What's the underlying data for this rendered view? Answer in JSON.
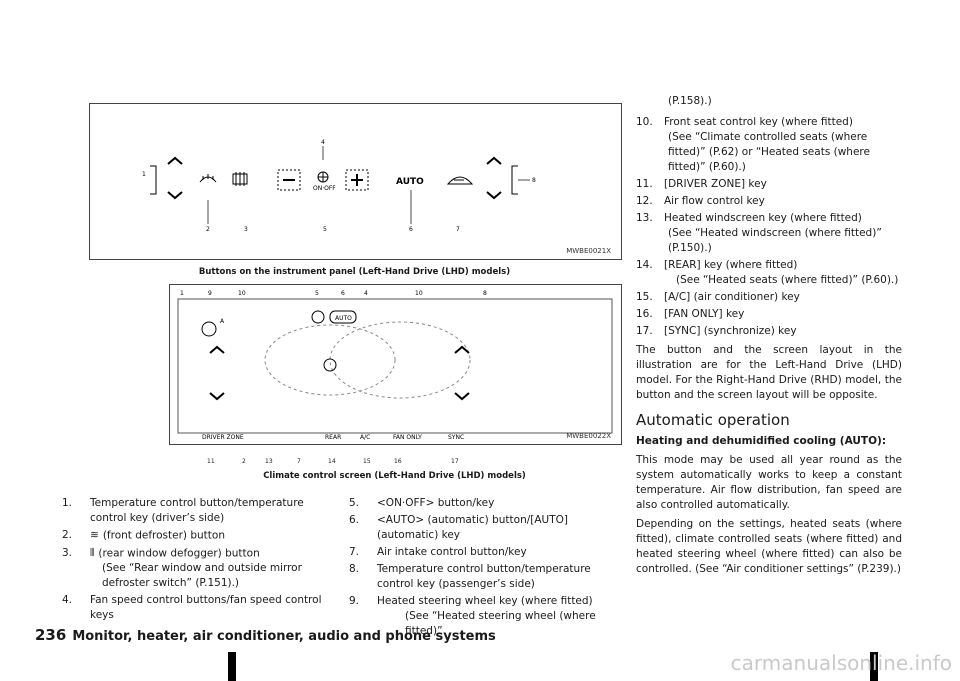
{
  "figure1": {
    "code": "MWBE0021X",
    "caption": "Buttons on the instrument panel (Left-Hand Drive (LHD) models)",
    "callouts": [
      "1",
      "2",
      "3",
      "4",
      "5",
      "6",
      "7",
      "8"
    ],
    "auto_label": "AUTO",
    "on_off_label": "ON·OFF"
  },
  "figure2": {
    "code": "MWBE0022X",
    "caption": "Climate control screen (Left-Hand Drive (LHD) models)",
    "top_callouts": [
      "1",
      "9",
      "10",
      "5",
      "6",
      "4",
      "10",
      "8"
    ],
    "bottom_callouts": [
      "11",
      "2",
      "13",
      "7",
      "14",
      "15",
      "16",
      "17"
    ],
    "labels": {
      "auto": "AUTO",
      "driver_zone": "DRIVER ZONE",
      "rear": "REAR",
      "ac": "A/C",
      "fan_only": "FAN ONLY",
      "sync": "SYNC",
      "a": "A"
    }
  },
  "list_left": [
    {
      "num": "1.",
      "text": "Temperature control button/temperature control key (driver’s side)"
    },
    {
      "num": "2.",
      "text": "(front defroster) button"
    },
    {
      "num": "3.",
      "text": "(rear window defogger) button",
      "note": "(See “Rear window and outside mirror defroster switch” (P.151).)"
    },
    {
      "num": "4.",
      "text": "Fan speed control buttons/fan speed control keys"
    }
  ],
  "list_mid": [
    {
      "num": "5.",
      "text": "<ON·OFF> button/key"
    },
    {
      "num": "6.",
      "text": "<AUTO> (automatic) button/[AUTO] (automatic) key"
    },
    {
      "num": "7.",
      "text": "Air intake control button/key"
    },
    {
      "num": "8.",
      "text": "Temperature control button/temperature control key (passenger’s side)"
    },
    {
      "num": "9.",
      "text": "Heated steering wheel key (where fitted)",
      "note": "(See “Heated steering wheel (where fitted)”"
    }
  ],
  "right_top_cont": "(P.158).)",
  "list_right": [
    {
      "num": "10.",
      "text": "Front seat control key (where fitted)",
      "note": "(See “Climate controlled seats (where fitted)” (P.62) or “Heated seats (where fitted)” (P.60).)"
    },
    {
      "num": "11.",
      "text": "[DRIVER ZONE] key"
    },
    {
      "num": "12.",
      "text": "Air flow control key"
    },
    {
      "num": "13.",
      "text": "Heated windscreen key (where fitted)",
      "note": "(See “Heated windscreen (where fitted)” (P.150).)"
    },
    {
      "num": "14.",
      "text": "[REAR] key (where fitted)",
      "note": "(See “Heated seats (where fitted)” (P.60).)"
    },
    {
      "num": "15.",
      "text": "[A/C] (air conditioner) key"
    },
    {
      "num": "16.",
      "text": "[FAN ONLY] key"
    },
    {
      "num": "17.",
      "text": "[SYNC] (synchronize) key"
    }
  ],
  "layout_note": "The button and the screen layout in the illustration are for the Left-Hand Drive (LHD) model. For the Right-Hand Drive (RHD) model, the button and the screen layout will be opposite.",
  "heading": "Automatic operation",
  "subheading": "Heating and dehumidified cooling (AUTO):",
  "para1": "This mode may be used all year round as the system automatically works to keep a constant temperature. Air flow distribution, fan speed are also controlled automatically.",
  "para2": "Depending on the settings, heated seats (where fitted), climate controlled seats (where fitted) and heated steering wheel (where fitted) can also be controlled. (See “Air conditioner settings” (P.239).)",
  "footer": {
    "page": "236",
    "title": "Monitor, heater, air conditioner, audio and phone systems"
  },
  "watermark": "carmanualsonline.info"
}
